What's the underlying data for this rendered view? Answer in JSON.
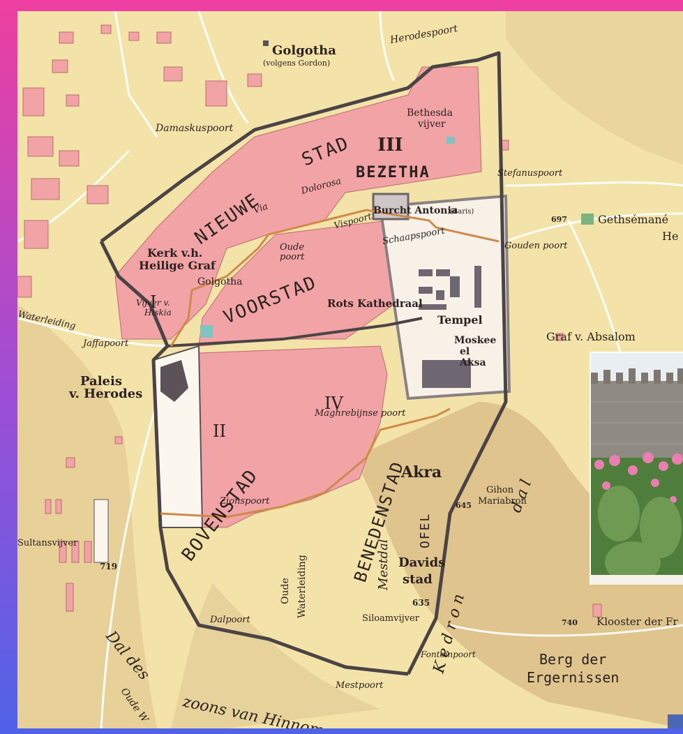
{
  "colors": {
    "paper": "#f3e3a8",
    "city": "#f1a3a6",
    "temple_area": "#f7f1e8",
    "hill_shade": "#d7b889",
    "wall": "#4b4444",
    "second_wall": "#cf8a4a",
    "frame_gradient": [
      "#ee3fa0",
      "#4f63e8"
    ]
  },
  "quarters": {
    "nieuwe_stad": "NIEUWE",
    "stad": "STAD",
    "num_III": "III",
    "bezetha": "BEZETHA",
    "voorstad": "VOORSTAD",
    "num_I": "I",
    "num_II": "II",
    "num_IV": "IV",
    "bovenstad": "BOVENSTAD",
    "benedenstad": "BENEDENSTAD",
    "akra": "Akra",
    "ofel": "OFEL"
  },
  "labels": {
    "golgotha_gordon": "Golgotha",
    "golgotha_gordon_sub": "(volgens Gordon)",
    "herodespoort": "Herodespoort",
    "damaskuspoort": "Damaskuspoort",
    "bethesda": "Bethesda",
    "bethesda_sub": "vijver",
    "stefanuspoort": "Stefanuspoort",
    "via_dolorosa_1": "Via",
    "via_dolorosa_2": "Dolorosa",
    "burcht_antonia": "Burcht Antonia",
    "burcht_antonia_sub": "(Baris)",
    "vispoort": "Vispoort",
    "kerk": "Kerk v.h.",
    "heilige_graf": "Heilige Graf",
    "golgotha": "Golgotha",
    "oude_poort_1": "Oude",
    "oude_poort_2": "poort",
    "schaapspoort": "Schaapspoort",
    "gouden_poort": "Gouden poort",
    "gethsemane": "Gethsémané",
    "gethsemane_2": "He",
    "elev_697": "697",
    "vijver_1": "Vijver v.",
    "vijver_2": "Hiskia",
    "waterleiding": "Waterleiding",
    "rots_kathedraal": "Rots Kathedraal",
    "tempel": "Tempel",
    "moskee_1": "Moskee",
    "moskee_2": "el",
    "moskee_3": "Aksa",
    "graf_absalom": "Graf v. Absalom",
    "jaffapoort": "Jaffapoort",
    "paleis_1": "Paleis",
    "paleis_2": "v. Herodes",
    "maghrebijnse": "Maghrebijnse poort",
    "zionspoort": "Zionspoort",
    "gihon_1": "Gihon",
    "gihon_2": "Mariabron",
    "elev_645": "645",
    "sultansvijver": "Sultansvijver",
    "elev_719": "719",
    "oude_wl_1": "Oude",
    "oude_wl_2": "Waterleiding",
    "mestdal": "Mestdal",
    "davids_1": "Davids",
    "davids_2": "stad",
    "elev_635": "635",
    "siloam": "Siloamvijver",
    "elev_740": "740",
    "klooster": "Klooster der Fr",
    "dalpoort": "Dalpoort",
    "fonteinpoort": "Fonteinpoort",
    "mestpoort": "Mestpoort",
    "berg_1": "Berg der",
    "berg_2": "Ergernissen",
    "kedron_1": "K e d r o n",
    "kedron_2": "d a l",
    "dal_des": "Dal des",
    "zoons": "zoons van Hinnom",
    "oude_w": "Oude W"
  }
}
